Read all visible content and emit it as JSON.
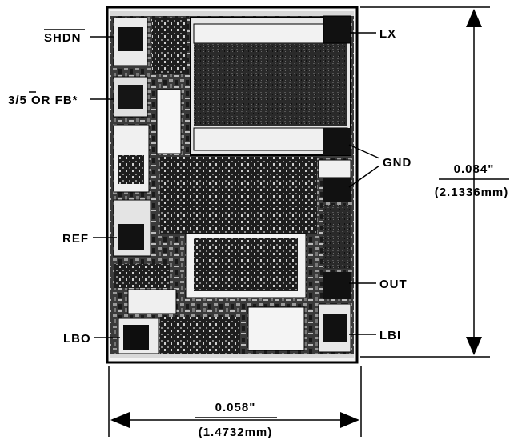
{
  "pins": {
    "shdn": "SHDN",
    "three_five_fb": "3/5 OR FB*",
    "ref": "REF",
    "lbo": "LBO",
    "lx": "LX",
    "gnd": "GND",
    "out": "OUT",
    "lbi": "LBI"
  },
  "dimensions": {
    "height_in": "0.084\"",
    "height_mm": "(2.1336mm)",
    "width_in": "0.058\"",
    "width_mm": "(1.4732mm)"
  }
}
